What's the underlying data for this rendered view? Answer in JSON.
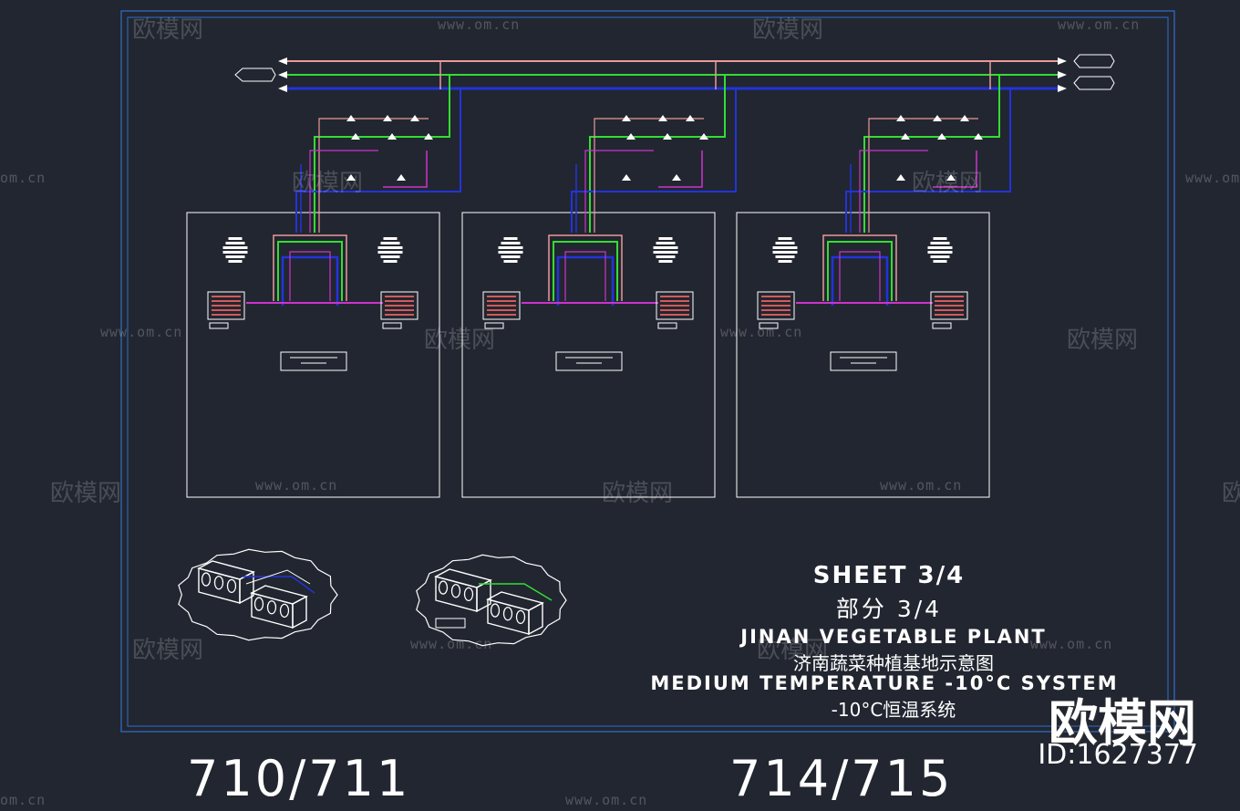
{
  "colors": {
    "background": "#222630",
    "frame": "#2f6fcc",
    "pipe_red": "#e89a9a",
    "pipe_green": "#33dd33",
    "pipe_blue": "#2233dd",
    "pipe_magenta": "#cc33cc",
    "line_white": "#ffffff"
  },
  "title_block": {
    "sheet": "SHEET 3/4",
    "part": "部分   3/4",
    "plant_en": "JINAN VEGETABLE PLANT",
    "plant_cn": "济南蔬菜种植基地示意图",
    "system_en": "MEDIUM TEMPERATURE -10°C SYSTEM",
    "system_cn": "-10°C恒温系统"
  },
  "unit_labels": {
    "left": "710/711",
    "right": "714/715"
  },
  "branding": {
    "logo": "欧模网",
    "id": "ID:1627377"
  },
  "watermark": {
    "logo_text": "欧模网",
    "url": "www.om.cn",
    "url_short": "om.cn"
  }
}
